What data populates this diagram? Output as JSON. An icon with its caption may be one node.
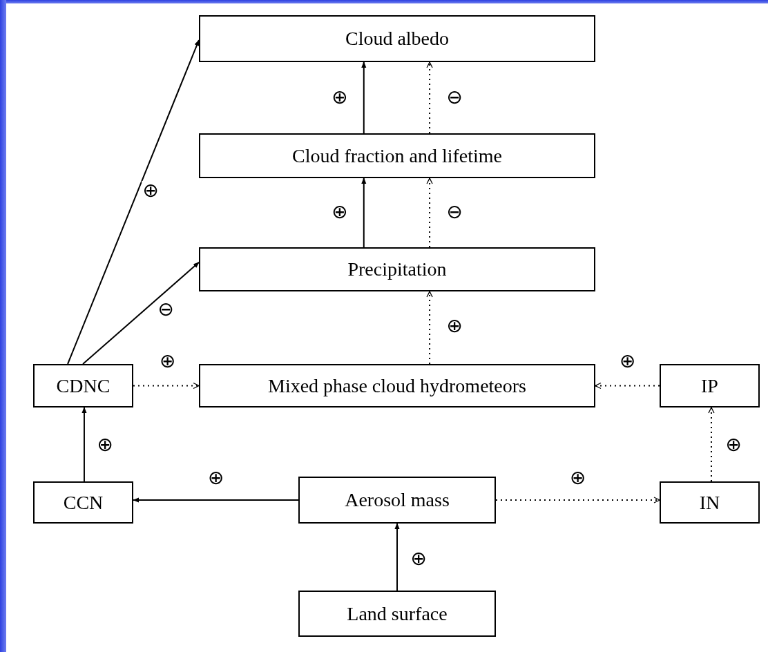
{
  "diagram": {
    "nodes": [
      {
        "text": [
          "Cloud albedo"
        ]
      },
      {
        "text": [
          "Cloud fraction and lifetime"
        ]
      },
      {
        "text": [
          "Precipitation"
        ]
      },
      {
        "text": [
          "CDNC"
        ]
      },
      {
        "text": [
          "Mixed phase cloud hydrometeors"
        ]
      },
      {
        "text": [
          "IP"
        ]
      },
      {
        "text": [
          "CCN"
        ]
      },
      {
        "text": [
          "Aerosol mass"
        ]
      },
      {
        "text": [
          "IN"
        ]
      },
      {
        "text": [
          "Land surface"
        ]
      }
    ],
    "edges": [
      {
        "from": 1,
        "to": 0,
        "arrow": "to",
        "label": "⊕"
      },
      {
        "from": 1,
        "to": 0,
        "arrow": "to",
        "label": "⊖",
        "style": "dashed"
      },
      {
        "from": 2,
        "to": 1,
        "arrow": "to",
        "label": "⊕"
      },
      {
        "from": 2,
        "to": 1,
        "arrow": "to",
        "label": "⊖",
        "style": "dashed"
      },
      {
        "from": 4,
        "to": 2,
        "arrow": "to",
        "label": "⊕",
        "style": "dashed"
      },
      {
        "from": 3,
        "to": 0,
        "arrow": "to",
        "label": "⊕"
      },
      {
        "from": 3,
        "to": 2,
        "arrow": "to",
        "label": "⊖"
      },
      {
        "from": 3,
        "to": 4,
        "arrow": "to",
        "label": "⊕",
        "style": "dashed"
      },
      {
        "from": 5,
        "to": 4,
        "arrow": "to",
        "label": "⊕",
        "style": "dashed"
      },
      {
        "from": 6,
        "to": 3,
        "arrow": "to",
        "label": "⊕"
      },
      {
        "from": 7,
        "to": 6,
        "arrow": "to",
        "label": "⊕"
      },
      {
        "from": 7,
        "to": 8,
        "arrow": "to",
        "label": "⊕",
        "style": "dashed"
      },
      {
        "from": 8,
        "to": 5,
        "arrow": "to",
        "label": "⊕",
        "style": "dashed"
      },
      {
        "from": 9,
        "to": 7,
        "arrow": "to",
        "label": "⊕"
      }
    ]
  }
}
